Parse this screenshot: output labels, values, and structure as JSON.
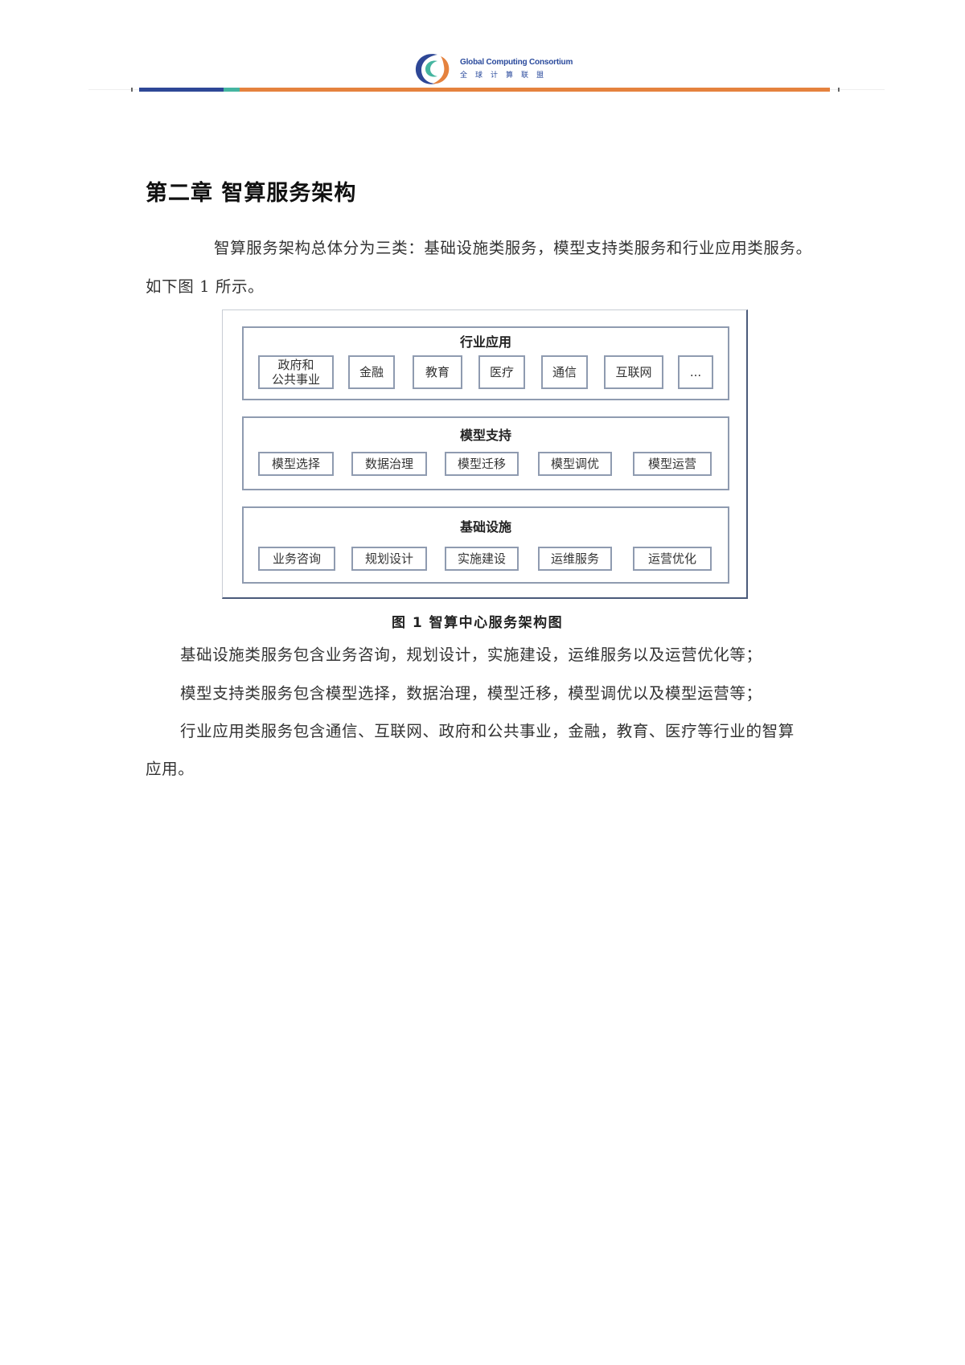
{
  "header": {
    "logo_en": "Global Computing Consortium",
    "logo_zh": "全球计算联盟",
    "logo_icon": "gcc-logo-icon",
    "rule_colors": {
      "blue": "#2e4796",
      "teal": "#45b5a0",
      "orange": "#e5823e"
    }
  },
  "chapter": {
    "title": "第二章  智算服务架构"
  },
  "intro": {
    "line1": "智算服务架构总体分为三类：基础设施类服务，模型支持类服务和行业应用类服务。",
    "line2": "如下图 1 所示。"
  },
  "diagram": {
    "layers": [
      {
        "title": "行业应用",
        "items": [
          "政府和\n公共事业",
          "金融",
          "教育",
          "医疗",
          "通信",
          "互联网",
          "..."
        ]
      },
      {
        "title": "模型支持",
        "items": [
          "模型选择",
          "数据治理",
          "模型迁移",
          "模型调优",
          "模型运营"
        ]
      },
      {
        "title": "基础设施",
        "items": [
          "业务咨询",
          "规划设计",
          "实施建设",
          "运维服务",
          "运营优化"
        ]
      }
    ],
    "caption": "图 1 智算中心服务架构图"
  },
  "body": {
    "p1": "基础设施类服务包含业务咨询，规划设计，实施建设，运维服务以及运营优化等；",
    "p2": "模型支持类服务包含模型选择，数据治理，模型迁移，模型调优以及模型运营等；",
    "p3_line1": "行业应用类服务包含通信、互联网、政府和公共事业，金融，教育、医疗等行业的智算",
    "p3_line2": "应用。"
  }
}
